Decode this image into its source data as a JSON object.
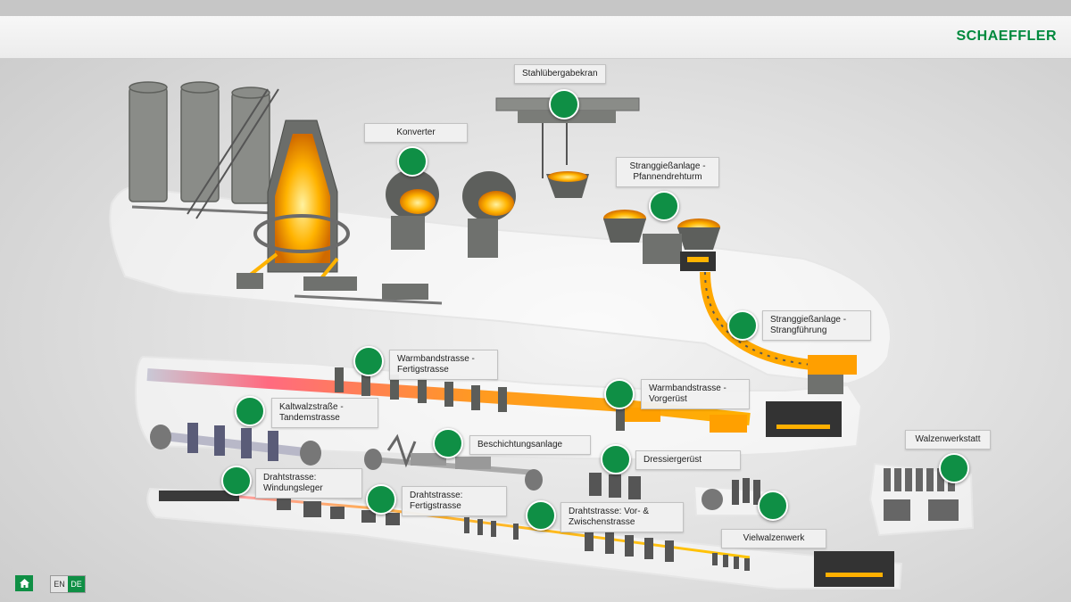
{
  "header": {
    "brand": "SCHAEFFLER"
  },
  "stations": [
    {
      "id": "stahluebergabekran",
      "label": "Stahlübergabekran"
    },
    {
      "id": "konverter",
      "label": "Konverter"
    },
    {
      "id": "strangguss-pfanne",
      "label": "Stranggießanlage -\nPfannendrehturm"
    },
    {
      "id": "strangguss-fuehrung",
      "label": "Stranggießanlage -\nStrangführung"
    },
    {
      "id": "warmband-fertig",
      "label": "Warmbandstrasse -\nFertigstrasse"
    },
    {
      "id": "warmband-vor",
      "label": "Warmbandstrasse -\nVorgerüst"
    },
    {
      "id": "kaltwalz",
      "label": "Kaltwalzstraße -\nTandemstrasse"
    },
    {
      "id": "beschichtung",
      "label": "Beschichtungsanlage"
    },
    {
      "id": "dressier",
      "label": "Dressiergerüst"
    },
    {
      "id": "walzenwerkstatt",
      "label": "Walzenwerkstatt"
    },
    {
      "id": "draht-windung",
      "label": "Drahtstrasse:\nWindungsleger"
    },
    {
      "id": "draht-fertig",
      "label": "Drahtstrasse:\nFertigstrasse"
    },
    {
      "id": "draht-vor",
      "label": "Drahtstrasse: Vor- &\nZwischenstrasse"
    },
    {
      "id": "vielwalzen",
      "label": "Vielwalzenwerk"
    }
  ],
  "footer": {
    "lang_en": "EN",
    "lang_de": "DE"
  },
  "colors": {
    "accent": "#0f8f45",
    "brand": "#00893d",
    "hot_metal": "#ffb300"
  }
}
